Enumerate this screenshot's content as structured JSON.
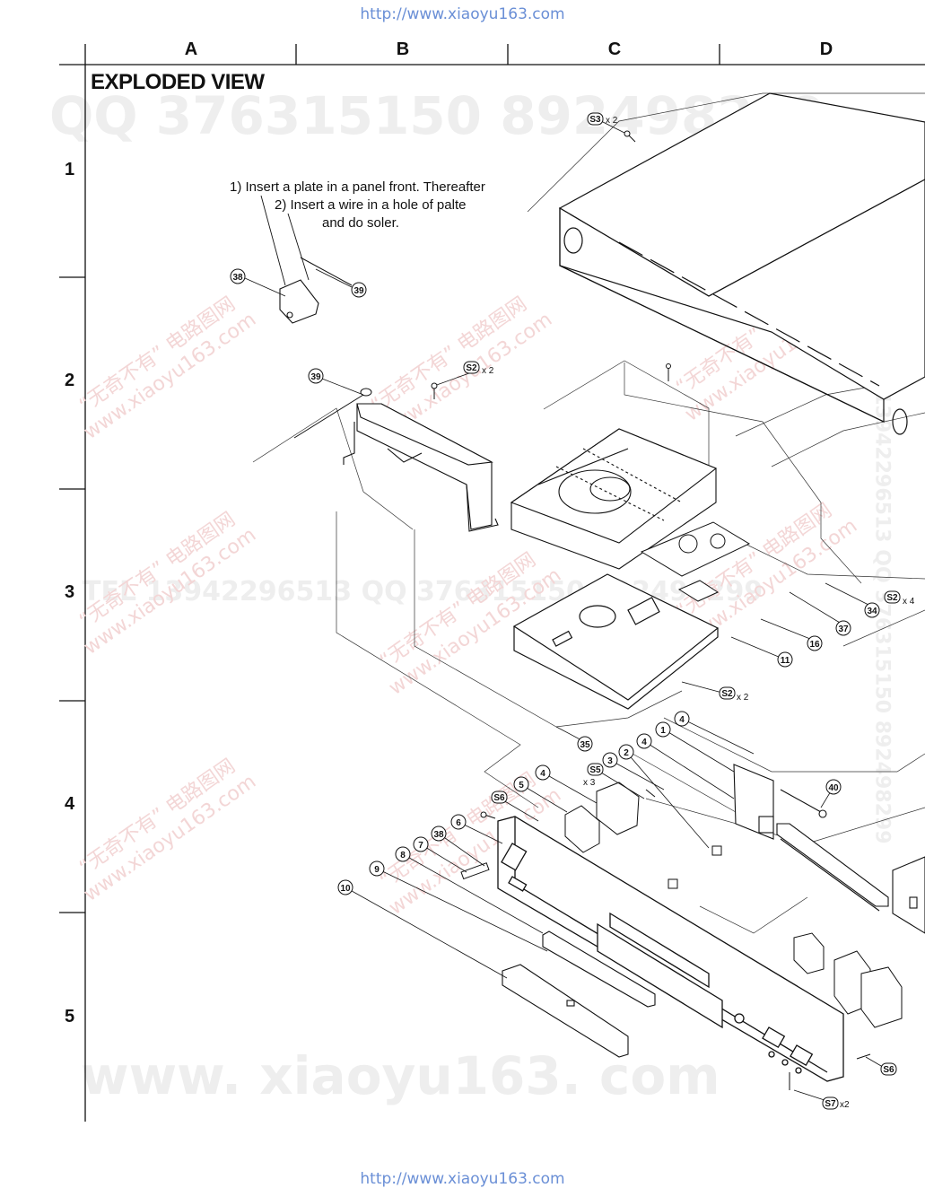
{
  "header_url": "http://www.xiaoyu163.com",
  "footer_url": "http://www.xiaoyu163.com",
  "title": "EXPLODED VIEW",
  "columns": [
    "A",
    "B",
    "C",
    "D"
  ],
  "rows": [
    "1",
    "2",
    "3",
    "4",
    "5"
  ],
  "notes": {
    "line1": "1) Insert a plate in a panel front. Thereafter",
    "line2": "2) Insert a wire in a hole of palte",
    "line3": "and do soler."
  },
  "watermarks": {
    "top": "QQ 376315150    892498299",
    "mid": "TEL 13942296513    QQ 376315150    892498299",
    "bottom": "www. xiaoyu163. com",
    "side": "TEL 13942296513  QQ 376315150  892498299",
    "stamp_cn": "“无奇不有” 电路图网",
    "stamp_url": "www.xiaoyu163.com"
  },
  "screw_labels": [
    {
      "code": "S3",
      "qty": "x 2"
    },
    {
      "code": "S2",
      "qty": "x 2"
    },
    {
      "code": "S2",
      "qty": "x 4"
    },
    {
      "code": "S2",
      "qty": "x 2"
    },
    {
      "code": "S5",
      "qty": "x 3"
    },
    {
      "code": "S6",
      "qty": ""
    },
    {
      "code": "S6",
      "qty": ""
    },
    {
      "code": "S7",
      "qty": "x2"
    }
  ],
  "parts": [
    "38",
    "39",
    "39",
    "34",
    "37",
    "16",
    "11",
    "35",
    "1",
    "4",
    "4",
    "2",
    "3",
    "4",
    "5",
    "6",
    "38",
    "7",
    "8",
    "9",
    "10",
    "40"
  ],
  "colors": {
    "line": "#111111",
    "url": "#6a8fd6",
    "watermark": "#eeeeee",
    "stamp": "#f6dede"
  }
}
